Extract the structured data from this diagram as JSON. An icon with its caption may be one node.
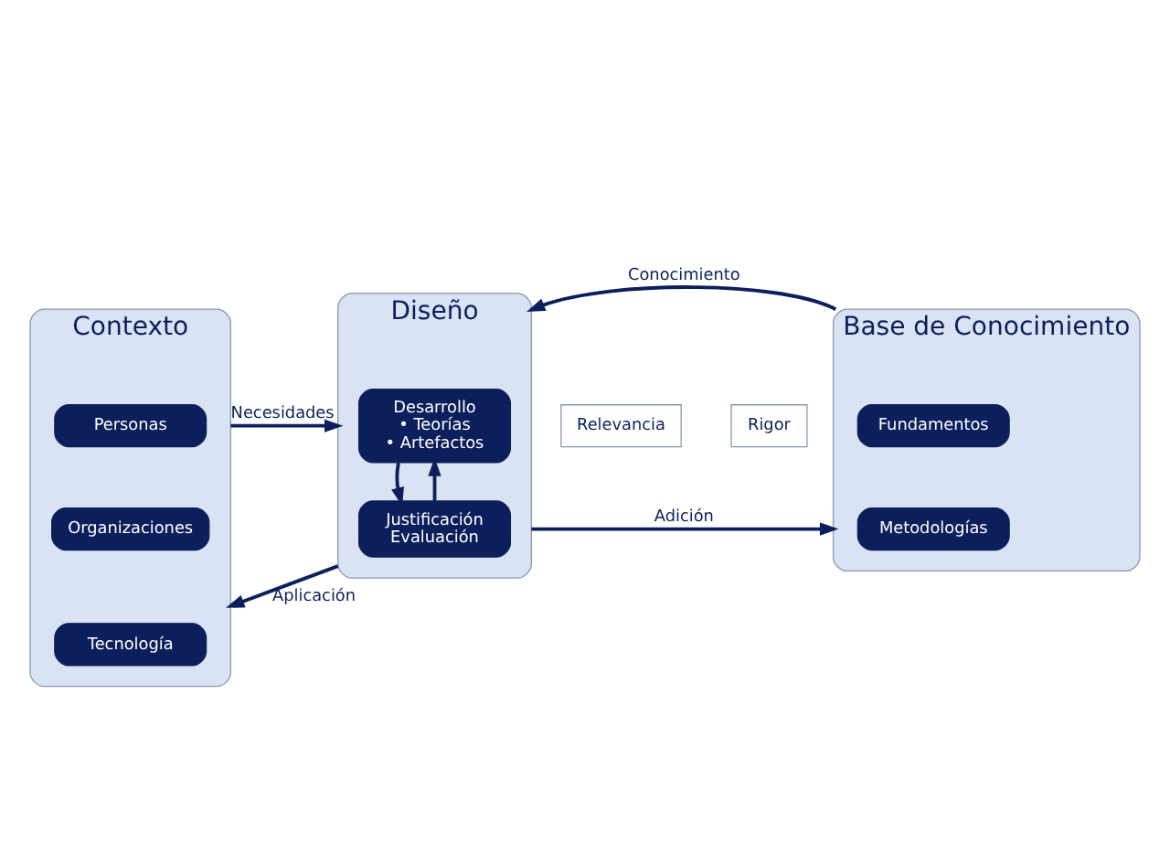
{
  "diagram": {
    "nodes": [
      {
        "text": [
          "Contexto"
        ]
      },
      {
        "text": [
          "Personas"
        ],
        "in": 0
      },
      {
        "text": [
          "Organizaciones"
        ],
        "in": 0
      },
      {
        "text": [
          "Tecnología"
        ],
        "in": 0
      },
      {
        "text": [
          "Relevancia"
        ]
      },
      {
        "text": [
          "Diseño"
        ]
      },
      {
        "text": [
          "Desarrollo",
          "• Teorías",
          "• Artefactos"
        ],
        "in": 5
      },
      {
        "text": [
          "Justificación",
          "Evaluación"
        ],
        "in": 5
      },
      {
        "text": [
          "Rigor"
        ]
      },
      {
        "text": [
          "Base de Conocimiento"
        ]
      },
      {
        "text": [
          "Fundamentos"
        ],
        "in": 9
      },
      {
        "text": [
          "Metodologías"
        ],
        "in": 9
      }
    ],
    "edges": [
      {
        "from": 0,
        "to": 5,
        "arrow": "to",
        "label": "Necesidades"
      },
      {
        "from": 6,
        "to": 7,
        "arrow": "to"
      },
      {
        "from": 7,
        "to": 6,
        "arrow": "to"
      },
      {
        "from": 5,
        "to": 0,
        "arrow": "to",
        "label": "Aplicación"
      },
      {
        "from": 5,
        "to": 9,
        "arrow": "to",
        "label": "Adición"
      },
      {
        "from": 9,
        "to": 5,
        "arrow": "to",
        "label": "Conocimiento"
      }
    ]
  }
}
